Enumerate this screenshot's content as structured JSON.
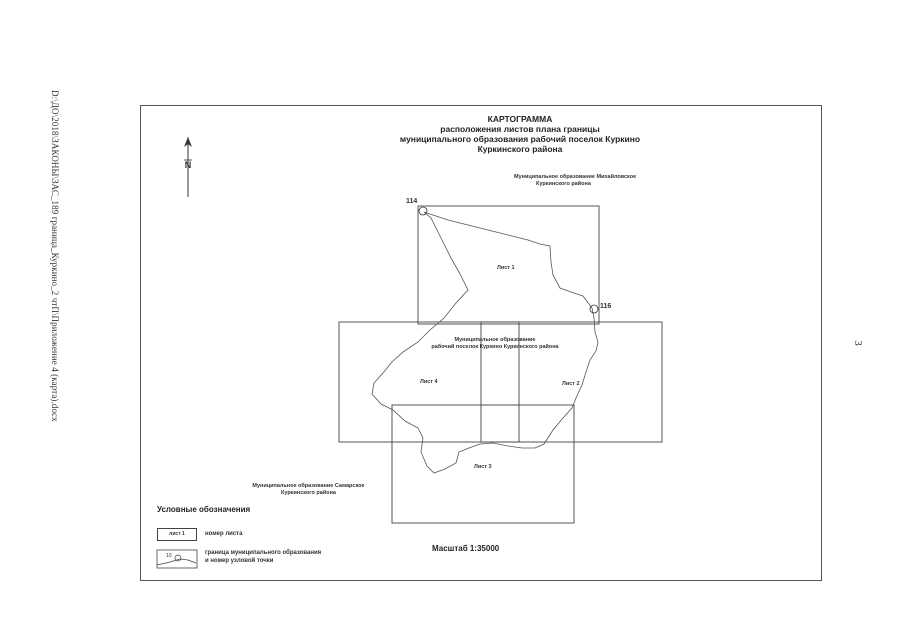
{
  "file_path_text": "D:\\ДО\\2018\\ЗАКОНЫ\\ЗАС_189 граница_Куркино_2 чтП\\Приложение 4 (карта).docx",
  "page_number": "3",
  "title": {
    "line1": "КАРТОГРАММА",
    "line2": "расположения листов плана границы",
    "line3": "муниципального образования рабочий поселок Куркино",
    "line4": "Куркинского района"
  },
  "map": {
    "north_label": "N",
    "node_114": "114",
    "node_116": "116",
    "neighbor_mikhailovskoe_line1": "Муниципальное образование Михайловское",
    "neighbor_mikhailovskoe_line2": "Куркинского района",
    "center_label_line1": "Муниципальное образование",
    "center_label_line2": "рабочий поселок Куркино Куркинского района",
    "neighbor_samarskoe_line1": "Муниципальное образование Самарское",
    "neighbor_samarskoe_line2": "Куркинского района",
    "sheets": {
      "sheet1": "Лист 1",
      "sheet2": "Лист 2",
      "sheet3": "Лист 3",
      "sheet4": "Лист 4"
    }
  },
  "legend": {
    "title": "Условные обозначения",
    "box_sample": "лист 1",
    "box_desc": "номер листа",
    "boundary_desc_line1": "граница муниципального образования",
    "boundary_desc_line2": "и номер узловой точки",
    "boundary_sample_node": "10"
  },
  "scale": "Масштаб 1:35000"
}
